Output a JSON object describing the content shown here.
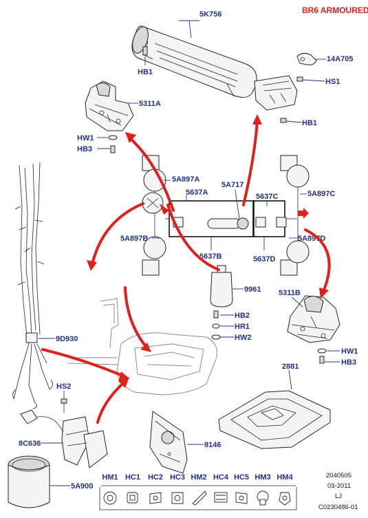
{
  "header": {
    "title": "BR6 ARMOURED"
  },
  "callouts": {
    "p5K756": "5K756",
    "p14A705": "14A705",
    "HB1_top": "HB1",
    "HS1": "HS1",
    "HB1_right": "HB1",
    "p5311A": "5311A",
    "HW1_left": "HW1",
    "HB3_left": "HB3",
    "p5A897A": "5A897A",
    "p5637A": "5637A",
    "p5A717": "5A717",
    "p5637C": "5637C",
    "p5A897C": "5A897C",
    "p5A897B": "5A897B",
    "p5637B": "5637B",
    "p5637D": "5637D",
    "p5A897D": "5A897D",
    "p9961": "9961",
    "p5311B": "5311B",
    "HB2": "HB2",
    "HR1": "HR1",
    "HW2": "HW2",
    "p9D930": "9D930",
    "HW1_right": "HW1",
    "HB3_right": "HB3",
    "p2881": "2881",
    "HS2": "HS2",
    "p8C636": "8C636",
    "p8146": "8146",
    "p5A900": "5A900"
  },
  "legend": [
    "HM1",
    "HC1",
    "HC2",
    "HC3",
    "HM2",
    "HC4",
    "HC5",
    "HM3",
    "HM4"
  ],
  "footer": {
    "code": "2040505",
    "date": "03-2011",
    "initials": "LJ",
    "ref": "C0230486-01"
  },
  "colors": {
    "callout": "#1f2f86",
    "arrow": "#e0201b",
    "title": "#e0201b"
  }
}
